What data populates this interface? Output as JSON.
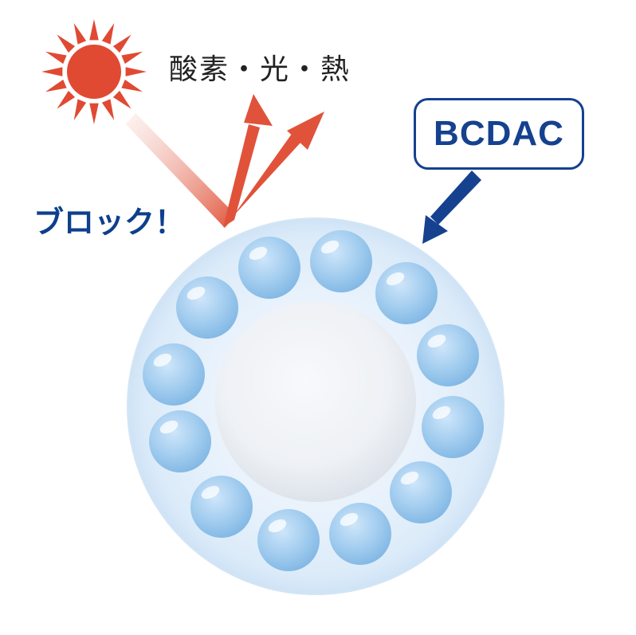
{
  "threats_label": "酸素・光・熱",
  "block_label": "ブロック！",
  "callout_label": "BCDAC",
  "colors": {
    "sun": "#e04a33",
    "arrow": "#e0533a",
    "navy": "#15418f",
    "capsule_shell": "#e6f1fb",
    "bead": "#9ecbef",
    "core": "#eef2f6"
  },
  "icons": [
    "sun-icon",
    "arrow-icon"
  ]
}
